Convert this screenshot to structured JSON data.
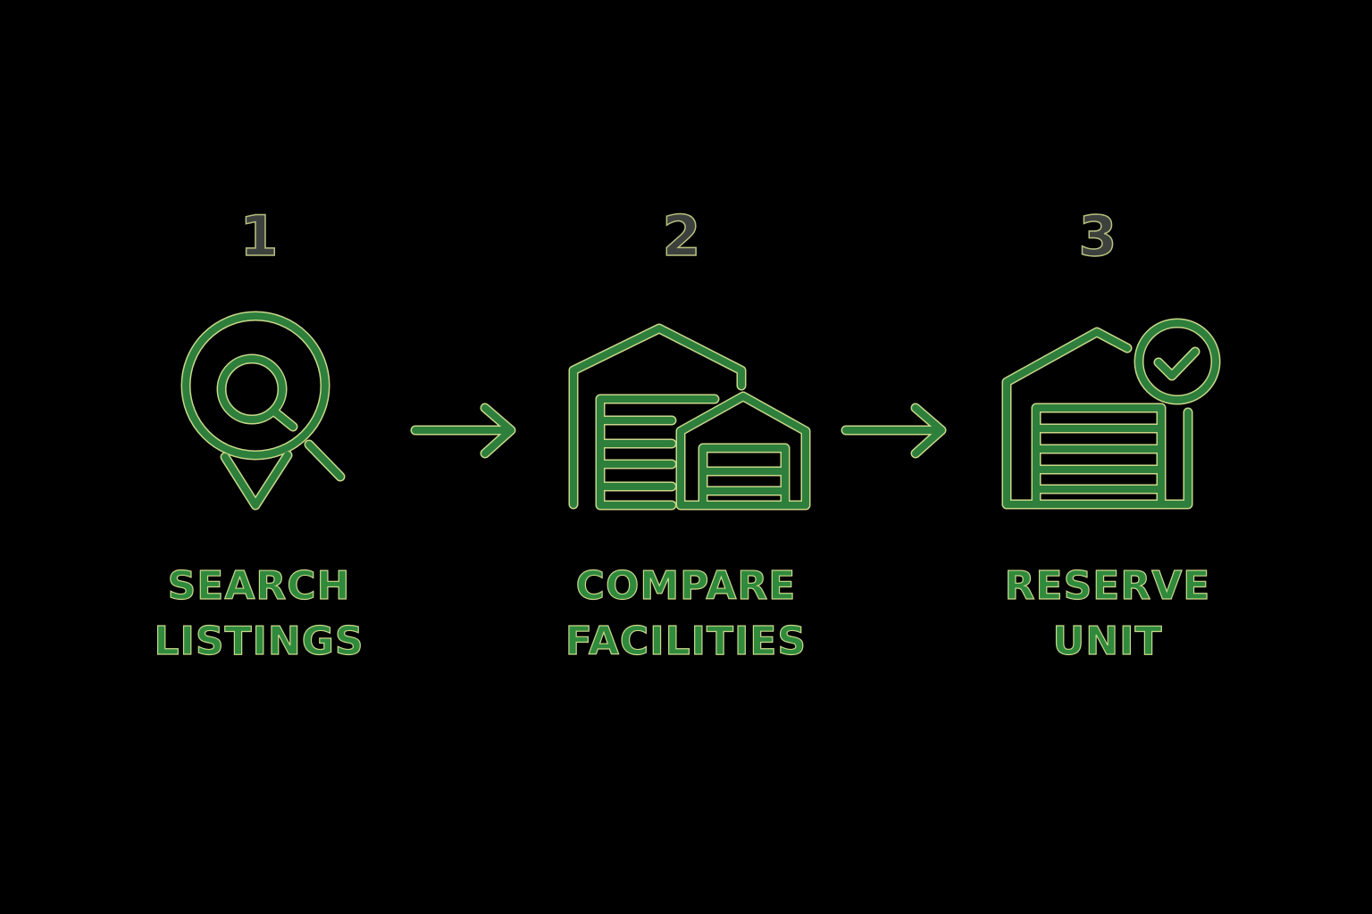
{
  "steps": [
    {
      "number": "1",
      "label_line1": "SEARCH",
      "label_line2": "LISTINGS",
      "icon": "location-search-icon"
    },
    {
      "number": "2",
      "label_line1": "COMPARE",
      "label_line2": "FACILITIES",
      "icon": "storage-facilities-icon"
    },
    {
      "number": "3",
      "label_line1": "RESERVE",
      "label_line2": "UNIT",
      "icon": "storage-unit-check-icon"
    }
  ],
  "colors": {
    "accent": "#2e7f3c",
    "outline": "#c8d88a",
    "number": "#3d413d",
    "background": "#000000"
  }
}
